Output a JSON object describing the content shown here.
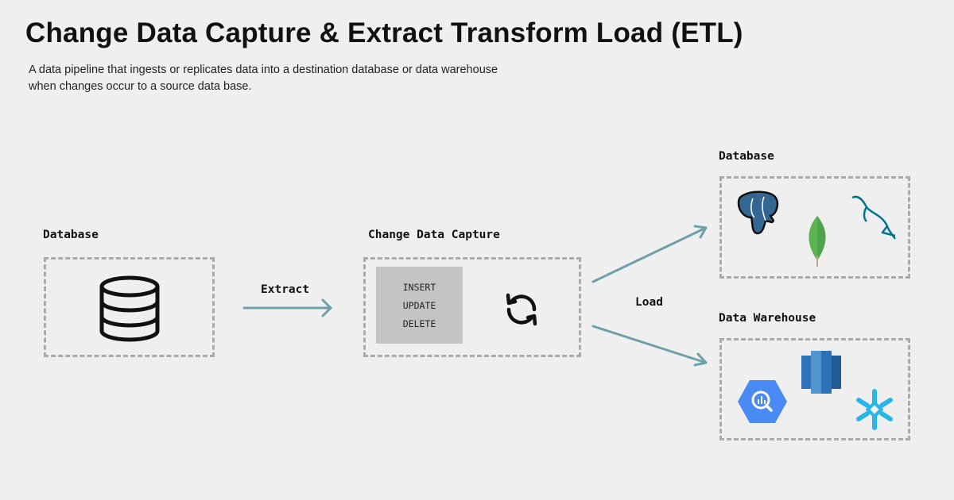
{
  "title": "Change Data Capture & Extract Transform Load (ETL)",
  "subtitle_line1": "A data pipeline that ingests or replicates data into a destination database or data warehouse",
  "subtitle_line2": "when changes occur to a source data base.",
  "source": {
    "label": "Database",
    "icon": "database-icon"
  },
  "extract_label": "Extract",
  "cdc": {
    "label": "Change Data Capture",
    "operations": [
      "INSERT",
      "UPDATE",
      "DELETE"
    ],
    "icon": "sync-icon"
  },
  "load_label": "Load",
  "destinations": {
    "database": {
      "label": "Database",
      "icons": [
        "postgresql-logo-icon",
        "mongodb-logo-icon",
        "mysql-logo-icon"
      ]
    },
    "warehouse": {
      "label": "Data Warehouse",
      "icons": [
        "bigquery-logo-icon",
        "redshift-logo-icon",
        "snowflake-logo-icon"
      ]
    }
  },
  "colors": {
    "arrow": "#6fa0a8",
    "background": "#efefef",
    "dash": "#aaaaaa"
  }
}
